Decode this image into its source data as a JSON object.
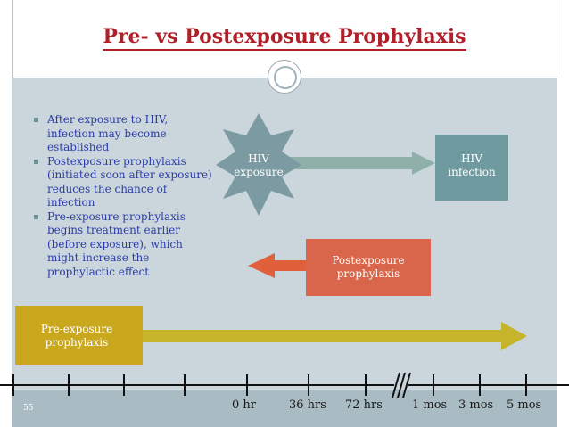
{
  "title": "Pre- vs Postexposure Prophylaxis",
  "bullets": [
    "After exposure to HIV, infection may become established",
    "Postexposure prophylaxis (initiated soon after exposure) reduces the chance of infection",
    "Pre-exposure prophylaxis begins treatment earlier (before exposure), which might increase the prophylactic effect"
  ],
  "nodes": {
    "exposure": "HIV exposure",
    "infection": "HIV infection",
    "postexposure": "Postexposure prophylaxis",
    "preexposure": "Pre-exposure prophylaxis"
  },
  "timeline": {
    "labels": [
      "0 hr",
      "36 hrs",
      "72 hrs",
      "1 mos",
      "3 mos",
      "5 mos"
    ]
  },
  "slide_number": "55",
  "colors": {
    "title": "#b0202a",
    "panel": "#cbd6dc",
    "bullet_text": "#2b3ca8",
    "starburst": "#7b9aa1",
    "infection_box": "#6f9aa0",
    "postexposure_box": "#d9664a",
    "preexposure_box": "#c9a81e",
    "arrow_green": "#8fb0a9",
    "arrow_red": "#e0603c",
    "arrow_gold": "#c6b52a"
  }
}
